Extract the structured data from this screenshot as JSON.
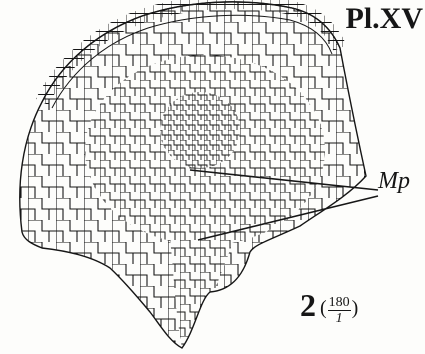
{
  "plate": {
    "label": "Pl.XV"
  },
  "figure": {
    "number": "2",
    "magnification_numerator": "180",
    "magnification_denominator": "1",
    "open_paren": "(",
    "close_paren": ")"
  },
  "annotations": {
    "mp_label": "Mp"
  },
  "colors": {
    "ink": "#161616",
    "paper": "#fdfdfb"
  }
}
